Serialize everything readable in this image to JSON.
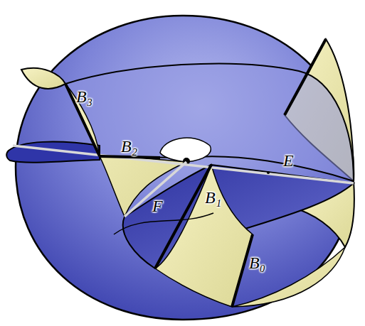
{
  "diagram": {
    "labels": [
      "B₃",
      "B₂",
      "F",
      "B₁",
      "E",
      "B₀"
    ]
  }
}
